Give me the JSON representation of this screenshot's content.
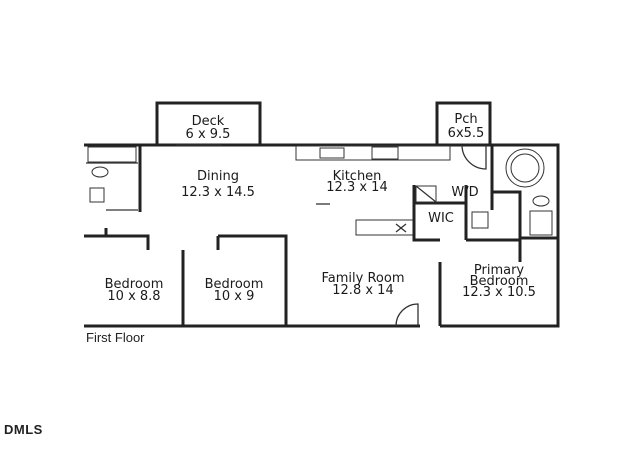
{
  "rooms": {
    "deck": {
      "name": "Deck",
      "dims": "6 x 9.5"
    },
    "porch": {
      "name": "Pch",
      "dims": "6x5.5"
    },
    "dining": {
      "name": "Dining",
      "dims": "12.3 x 14.5"
    },
    "kitchen": {
      "name": "Kitchen",
      "dims": "12.3 x 14"
    },
    "laundry": {
      "name": "W/D"
    },
    "closet": {
      "name": "WIC"
    },
    "bedroom_left": {
      "name": "Bedroom",
      "dims": "10 x 8.8"
    },
    "bedroom_mid": {
      "name": "Bedroom",
      "dims": "10 x 9"
    },
    "family": {
      "name": "Family Room",
      "dims": "12.8 x 14"
    },
    "primary": {
      "name_line1": "Primary",
      "name_line2": "Bedroom",
      "dims": "12.3 x 10.5"
    }
  },
  "floor_label": "First Floor",
  "watermark": "DMLS"
}
